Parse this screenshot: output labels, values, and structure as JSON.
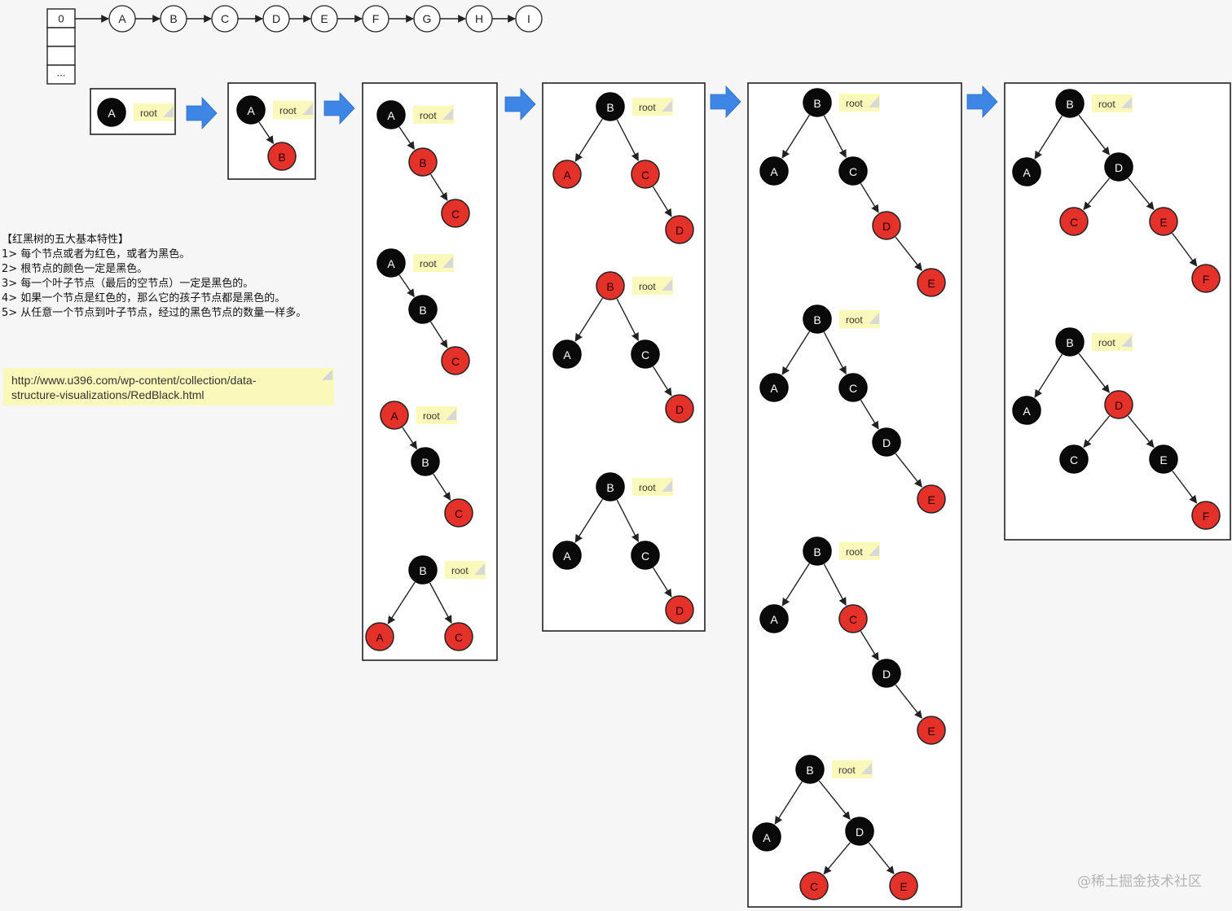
{
  "sequence": {
    "array_cells": [
      "0",
      "",
      "",
      "..."
    ],
    "nodes": [
      "A",
      "B",
      "C",
      "D",
      "E",
      "F",
      "G",
      "H",
      "I"
    ]
  },
  "root_label": "root",
  "properties": [
    "【红黑树的五大基本特性】",
    "1> 每个节点或者为红色，或者为黑色。",
    "2> 根节点的颜色一定是黑色。",
    "3> 每一个叶子节点（最后的空节点）一定是黑色的。",
    "4> 如果一个节点是红色的，那么它的孩子节点都是黑色的。",
    "5> 从任意一个节点到叶子节点，经过的黑色节点的数量一样多。"
  ],
  "link_note": [
    "http://www.u396.com/wp-content/collection/data-",
    "structure-visualizations/RedBlack.html"
  ],
  "colors": {
    "black": "#0a0a0a",
    "red": "#e4322b",
    "arrow": "#3d86e6",
    "note": "#fbf9b9"
  },
  "watermark": "@稀土掘金技术社区",
  "trees": [
    {
      "nodes": [
        {
          "k": "A",
          "c": "black"
        }
      ],
      "edges": []
    },
    {
      "nodes": [
        {
          "k": "A",
          "c": "black"
        },
        {
          "k": "B",
          "c": "red"
        }
      ],
      "edges": [
        [
          0,
          1
        ]
      ]
    },
    {
      "nodes": [
        {
          "k": "A",
          "c": "black"
        },
        {
          "k": "B",
          "c": "red"
        },
        {
          "k": "C",
          "c": "red"
        }
      ],
      "edges": [
        [
          0,
          1
        ],
        [
          1,
          2
        ]
      ]
    },
    {
      "nodes": [
        {
          "k": "A",
          "c": "black"
        },
        {
          "k": "B",
          "c": "black"
        },
        {
          "k": "C",
          "c": "red"
        }
      ],
      "edges": [
        [
          0,
          1
        ],
        [
          1,
          2
        ]
      ]
    },
    {
      "nodes": [
        {
          "k": "A",
          "c": "red"
        },
        {
          "k": "B",
          "c": "black"
        },
        {
          "k": "C",
          "c": "red"
        }
      ],
      "edges": [
        [
          0,
          1
        ],
        [
          1,
          2
        ]
      ]
    },
    {
      "nodes": [
        {
          "k": "B",
          "c": "black"
        },
        {
          "k": "A",
          "c": "red"
        },
        {
          "k": "C",
          "c": "red"
        }
      ],
      "edges": [
        [
          0,
          1
        ],
        [
          0,
          2
        ]
      ]
    },
    {
      "nodes": [
        {
          "k": "B",
          "c": "black"
        },
        {
          "k": "A",
          "c": "red"
        },
        {
          "k": "C",
          "c": "red"
        },
        {
          "k": "D",
          "c": "red"
        }
      ],
      "edges": [
        [
          0,
          1
        ],
        [
          0,
          2
        ],
        [
          2,
          3
        ]
      ]
    },
    {
      "nodes": [
        {
          "k": "B",
          "c": "red"
        },
        {
          "k": "A",
          "c": "black"
        },
        {
          "k": "C",
          "c": "black"
        },
        {
          "k": "D",
          "c": "red"
        }
      ],
      "edges": [
        [
          0,
          1
        ],
        [
          0,
          2
        ],
        [
          2,
          3
        ]
      ]
    },
    {
      "nodes": [
        {
          "k": "B",
          "c": "black"
        },
        {
          "k": "A",
          "c": "black"
        },
        {
          "k": "C",
          "c": "black"
        },
        {
          "k": "D",
          "c": "red"
        }
      ],
      "edges": [
        [
          0,
          1
        ],
        [
          0,
          2
        ],
        [
          2,
          3
        ]
      ]
    },
    {
      "nodes": [
        {
          "k": "B",
          "c": "black"
        },
        {
          "k": "A",
          "c": "black"
        },
        {
          "k": "C",
          "c": "black"
        },
        {
          "k": "D",
          "c": "red"
        },
        {
          "k": "E",
          "c": "red"
        }
      ],
      "edges": [
        [
          0,
          1
        ],
        [
          0,
          2
        ],
        [
          2,
          3
        ],
        [
          3,
          4
        ]
      ]
    },
    {
      "nodes": [
        {
          "k": "B",
          "c": "black"
        },
        {
          "k": "A",
          "c": "black"
        },
        {
          "k": "C",
          "c": "black"
        },
        {
          "k": "D",
          "c": "black"
        },
        {
          "k": "E",
          "c": "red"
        }
      ],
      "edges": [
        [
          0,
          1
        ],
        [
          0,
          2
        ],
        [
          2,
          3
        ],
        [
          3,
          4
        ]
      ]
    },
    {
      "nodes": [
        {
          "k": "B",
          "c": "black"
        },
        {
          "k": "A",
          "c": "black"
        },
        {
          "k": "C",
          "c": "red"
        },
        {
          "k": "D",
          "c": "black"
        },
        {
          "k": "E",
          "c": "red"
        }
      ],
      "edges": [
        [
          0,
          1
        ],
        [
          0,
          2
        ],
        [
          2,
          3
        ],
        [
          3,
          4
        ]
      ]
    },
    {
      "nodes": [
        {
          "k": "B",
          "c": "black"
        },
        {
          "k": "A",
          "c": "black"
        },
        {
          "k": "D",
          "c": "black"
        },
        {
          "k": "C",
          "c": "red"
        },
        {
          "k": "E",
          "c": "red"
        }
      ],
      "edges": [
        [
          0,
          1
        ],
        [
          0,
          2
        ],
        [
          2,
          3
        ],
        [
          2,
          4
        ]
      ]
    },
    {
      "nodes": [
        {
          "k": "B",
          "c": "black"
        },
        {
          "k": "A",
          "c": "black"
        },
        {
          "k": "D",
          "c": "black"
        },
        {
          "k": "C",
          "c": "red"
        },
        {
          "k": "E",
          "c": "red"
        },
        {
          "k": "F",
          "c": "red"
        }
      ],
      "edges": [
        [
          0,
          1
        ],
        [
          0,
          2
        ],
        [
          2,
          3
        ],
        [
          2,
          4
        ],
        [
          4,
          5
        ]
      ]
    },
    {
      "nodes": [
        {
          "k": "B",
          "c": "black"
        },
        {
          "k": "A",
          "c": "black"
        },
        {
          "k": "D",
          "c": "red"
        },
        {
          "k": "C",
          "c": "black"
        },
        {
          "k": "E",
          "c": "black"
        },
        {
          "k": "F",
          "c": "red"
        }
      ],
      "edges": [
        [
          0,
          1
        ],
        [
          0,
          2
        ],
        [
          2,
          3
        ],
        [
          2,
          4
        ],
        [
          4,
          5
        ]
      ]
    }
  ]
}
